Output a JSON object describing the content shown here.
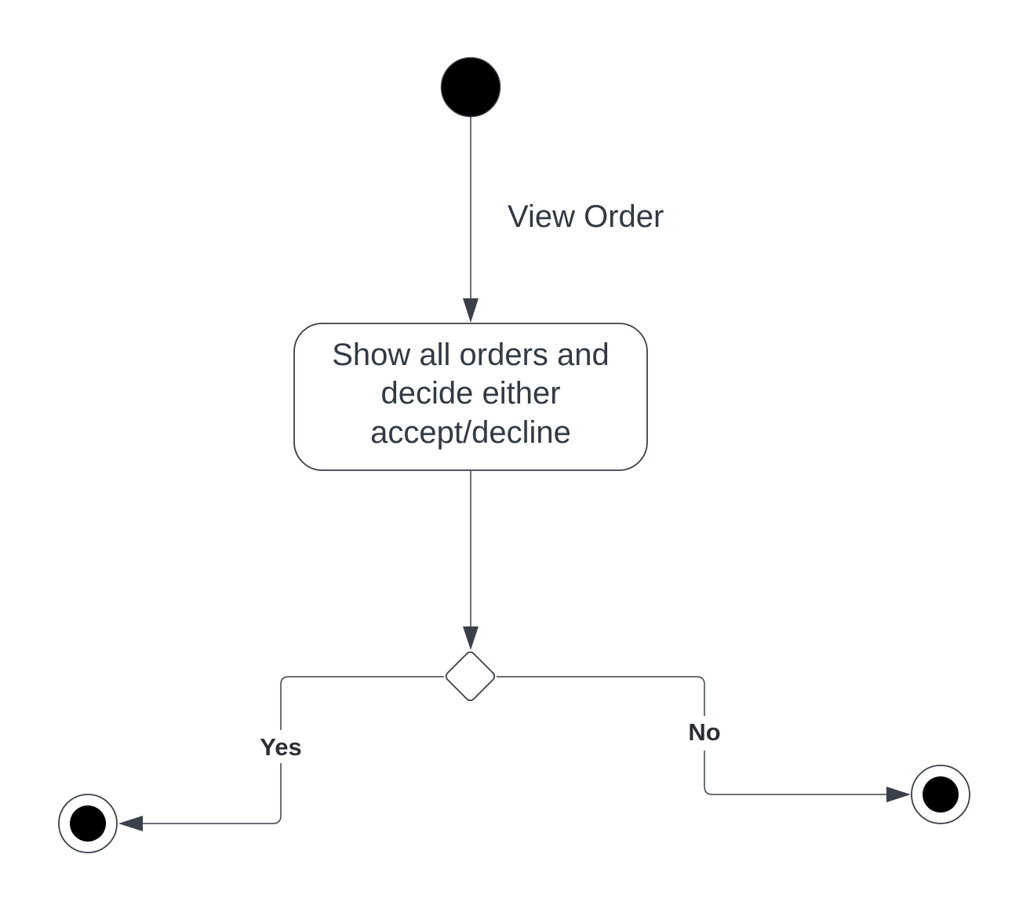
{
  "diagram": {
    "type": "UML activity diagram",
    "colors": {
      "stroke": "#3a404a",
      "fill_solid": "#000000",
      "text": "#333a44",
      "background": "#ffffff"
    },
    "start_node": {
      "kind": "initial-node"
    },
    "flow_start_to_action": {
      "label": "View Order"
    },
    "action": {
      "line1": "Show all orders and",
      "line2": "decide either",
      "line3": "accept/decline"
    },
    "decision": {
      "kind": "decision-node"
    },
    "branch_yes": {
      "label": "Yes"
    },
    "branch_no": {
      "label": "No"
    },
    "end_node_yes": {
      "kind": "final-node"
    },
    "end_node_no": {
      "kind": "final-node"
    }
  }
}
